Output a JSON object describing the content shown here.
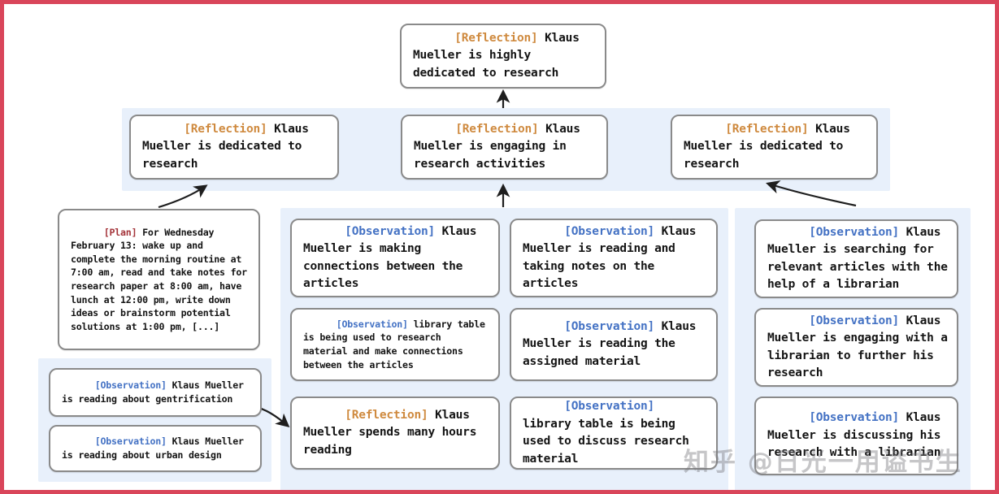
{
  "frame": {
    "border_color": "#d9455a",
    "background": "#ffffff",
    "panel_color": "#e8f0fb"
  },
  "tag_colors": {
    "reflection": "#cf8a3f",
    "observation": "#4472c4",
    "plan": "#a4343a"
  },
  "top_node": {
    "tag": "[Reflection]",
    "tag_type": "reflection",
    "text": " Klaus Mueller is highly dedicated to research"
  },
  "reflection_row": {
    "nodes": [
      {
        "tag": "[Reflection]",
        "tag_type": "reflection",
        "text": " Klaus Mueller is dedicated to research"
      },
      {
        "tag": "[Reflection]",
        "tag_type": "reflection",
        "text": " Klaus Mueller is engaging in research activities"
      },
      {
        "tag": "[Reflection]",
        "tag_type": "reflection",
        "text": " Klaus Mueller is dedicated to research"
      }
    ]
  },
  "plan_node": {
    "tag": "[Plan]",
    "tag_type": "plan",
    "text": " For Wednesday February 13: wake up and complete the morning routine at 7:00 am, read and take notes for research paper at 8:00 am, have lunch at 12:00 pm, write down ideas or brainstorm potential solutions at 1:00 pm, [...]"
  },
  "left_panel": {
    "nodes": [
      {
        "tag": "[Observation]",
        "tag_type": "observation",
        "text": " Klaus Mueller is reading about gentrification"
      },
      {
        "tag": "[Observation]",
        "tag_type": "observation",
        "text": " Klaus Mueller is reading about urban design"
      }
    ]
  },
  "evidence_columns": [
    {
      "nodes": [
        {
          "tag": "[Observation]",
          "tag_type": "observation",
          "text": " Klaus Mueller is making connections between the articles"
        },
        {
          "tag": "[Observation]",
          "tag_type": "observation",
          "text": " library table is being used to research material and make connections between the articles"
        },
        {
          "tag": "[Reflection]",
          "tag_type": "reflection",
          "text": " Klaus Mueller spends many hours reading"
        }
      ]
    },
    {
      "nodes": [
        {
          "tag": "[Observation]",
          "tag_type": "observation",
          "text": " Klaus Mueller is reading and taking notes on the articles"
        },
        {
          "tag": "[Observation]",
          "tag_type": "observation",
          "text": " Klaus Mueller is reading the assigned material"
        },
        {
          "tag": "[Observation]",
          "tag_type": "observation",
          "text": " library table is being used to discuss research material"
        }
      ]
    },
    {
      "nodes": [
        {
          "tag": "[Observation]",
          "tag_type": "observation",
          "text": " Klaus Mueller is searching for relevant articles with the help of a librarian"
        },
        {
          "tag": "[Observation]",
          "tag_type": "observation",
          "text": " Klaus Mueller is engaging with a librarian to further his research"
        },
        {
          "tag": "[Observation]",
          "tag_type": "observation",
          "text": " Klaus Mueller is discussing his research with a librarian"
        }
      ]
    }
  ],
  "watermark": {
    "text": "知乎 @日光一用谥书生"
  }
}
